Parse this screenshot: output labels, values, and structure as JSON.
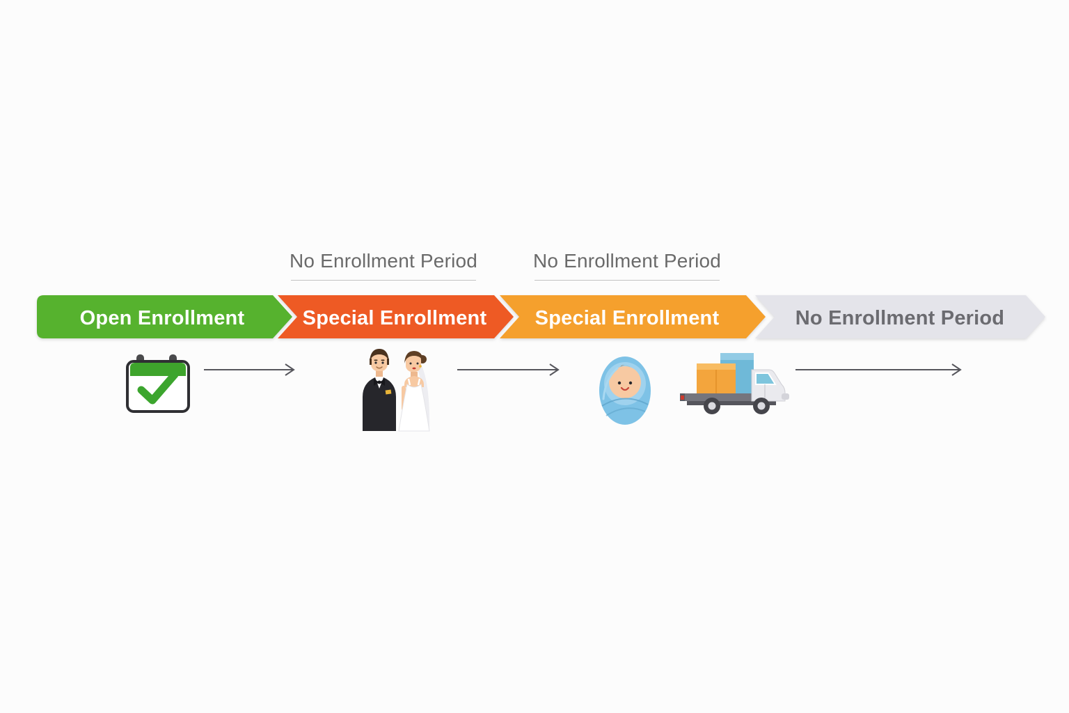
{
  "page": {
    "background": "#FCFCFC"
  },
  "timeline": {
    "segments": [
      {
        "label": "Open Enrollment",
        "color": "#56B22E",
        "text_color": "#FFFFFF"
      },
      {
        "label": "Special Enrollment",
        "color": "#EE5A24",
        "text_color": "#FFFFFF"
      },
      {
        "label": "Special Enrollment",
        "color": "#F5A02D",
        "text_color": "#FFFFFF"
      },
      {
        "label": "No Enrollment Period",
        "color": "#E4E4EA",
        "text_color": "#6B6B70"
      }
    ]
  },
  "annotations": [
    {
      "label": "No Enrollment Period"
    },
    {
      "label": "No Enrollment Period"
    }
  ],
  "icons": {
    "calendar": {
      "name": "calendar-check-icon",
      "header_color": "#3EA42C",
      "check_color": "#3CA52E"
    },
    "couple": {
      "name": "wedding-couple-icon"
    },
    "baby": {
      "name": "newborn-baby-icon",
      "blanket_color": "#7EC2E6"
    },
    "truck": {
      "name": "moving-truck-icon",
      "box_color_front": "#F3A53D",
      "box_color_back": "#6FB9D8"
    }
  },
  "colors": {
    "arrow": "#56565C",
    "underline": "#C2C2C2",
    "annotation_text": "#6A6A6A"
  }
}
